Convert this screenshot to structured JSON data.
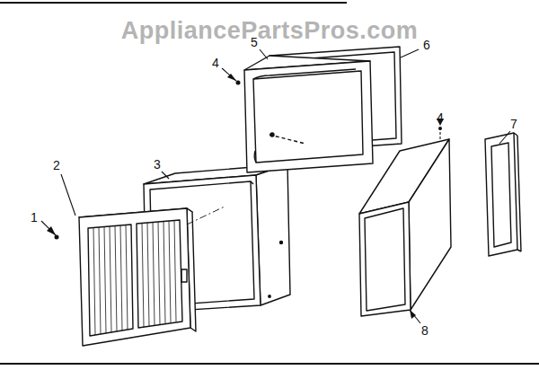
{
  "diagram": {
    "labels": [
      "AppliancePartsPros.com",
      "1",
      "2",
      "3",
      "4",
      "5",
      "6",
      "4",
      "7",
      "8"
    ]
  }
}
